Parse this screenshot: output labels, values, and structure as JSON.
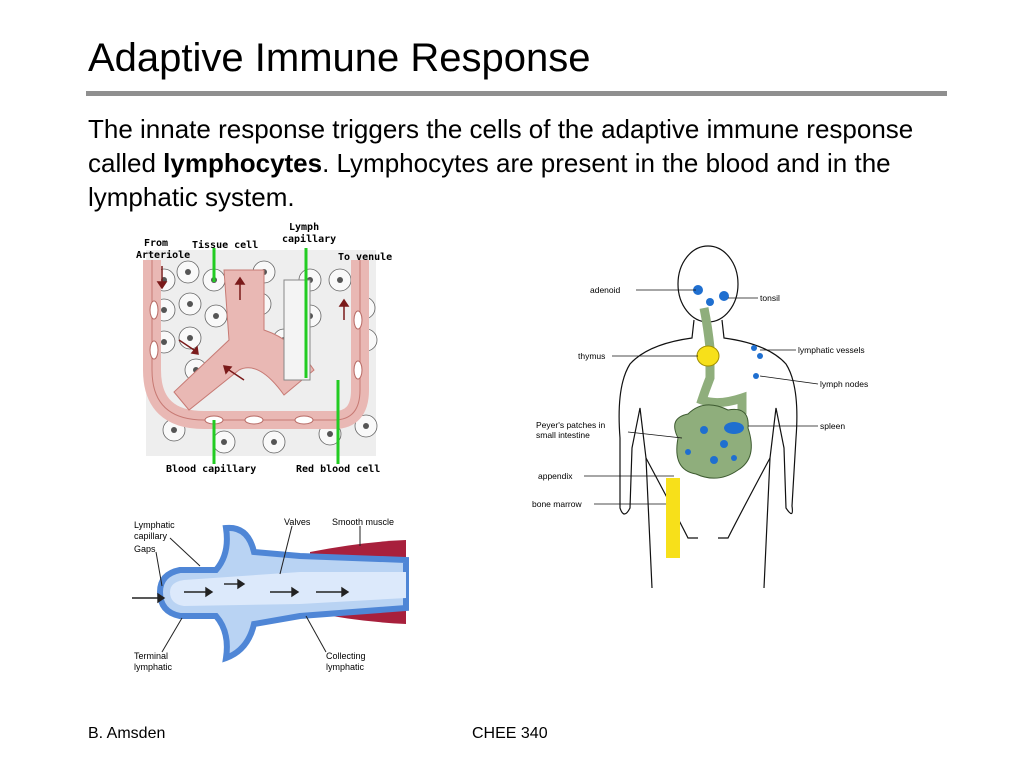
{
  "slide": {
    "title": "Adaptive Immune Response",
    "body": {
      "part1": "The innate response triggers the cells of the adaptive immune response called ",
      "bold": "lymphocytes",
      "part2": ".  Lymphocytes are present in the blood and in the lymphatic system."
    },
    "footer_left": "B. Amsden",
    "footer_center": "CHEE 340"
  },
  "capillary_figure": {
    "from_arteriole": [
      "From",
      "Arteriole"
    ],
    "tissue_cell": "Tissue cell",
    "lymph_capillary": [
      "Lymph",
      "capillary"
    ],
    "to_venule": "To venule",
    "blood_capillary": "Blood capillary",
    "red_blood_cell": "Red blood cell"
  },
  "lymphatic_figure": {
    "lymphatic_capillary": [
      "Lymphatic",
      "capillary"
    ],
    "gaps": "Gaps",
    "valves": "Valves",
    "smooth_muscle": "Smooth muscle",
    "terminal_lymphatic": [
      "Terminal",
      "lymphatic"
    ],
    "collecting_lymphatic": [
      "Collecting",
      "lymphatic"
    ]
  },
  "body_figure": {
    "adenoid": "adenoid",
    "tonsil": "tonsil",
    "thymus": "thymus",
    "lymphatic_vessels": "lymphatic vessels",
    "lymph_nodes": "lymph nodes",
    "peyers_patches": [
      "Peyer's patches in",
      "small intestine"
    ],
    "spleen": "spleen",
    "appendix": "appendix",
    "bone_marrow": "bone marrow"
  },
  "colors": {
    "rule": "#8f8f8f",
    "blood_vessel": "#e9b8b4",
    "lymph_line": "#22cc22",
    "lymph_blue": "#4f86d6",
    "muscle_red": "#a8203c",
    "organ_yellow": "#f7e01a",
    "gut_green": "#8fae7c",
    "node_blue": "#1f6fd0"
  }
}
